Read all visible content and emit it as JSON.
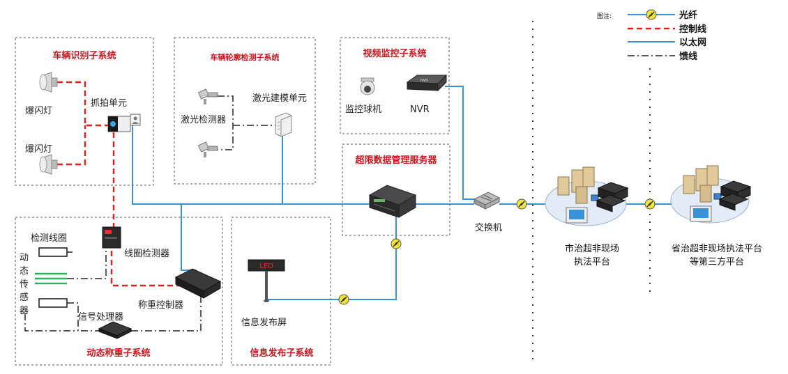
{
  "legend": {
    "heading": "图注:",
    "items": [
      {
        "label": "光纤"
      },
      {
        "label": "控制线"
      },
      {
        "label": "以太网"
      },
      {
        "label": "馈线"
      }
    ]
  },
  "subsystems": {
    "vehicle_recognition": {
      "title": "车辆识别子系统",
      "flash1": "爆闪灯",
      "flash2": "爆闪灯",
      "capture": "抓拍单元"
    },
    "contour": {
      "title": "车辆轮廓检测子系统",
      "laser": "激光检测器",
      "modeling": "激光建模单元"
    },
    "video": {
      "title": "视频监控子系统",
      "dome": "监控球机",
      "nvr": "NVR"
    },
    "server": {
      "title": "超限数据管理服务器"
    },
    "weighing": {
      "title": "动态称重子系统",
      "coil": "检测线圈",
      "coil_detector": "线圈检测器",
      "sensor": "动态传感器",
      "signal": "信号处理器",
      "controller": "称重控制器"
    },
    "info": {
      "title": "信息发布子系统",
      "screen": "信息发布屏",
      "led": "LED"
    }
  },
  "switch_label": "交换机",
  "nvr_badge": "NVR",
  "platforms": {
    "city_line1": "市治超非现场",
    "city_line2": "执法平台",
    "province_line1": "省治超非现场执法平台",
    "province_line2": "等第三方平台"
  },
  "colors": {
    "ethernet": "#3d8fd1",
    "control": "#e02020",
    "feeder": "#222222",
    "title": "#c8161d"
  }
}
